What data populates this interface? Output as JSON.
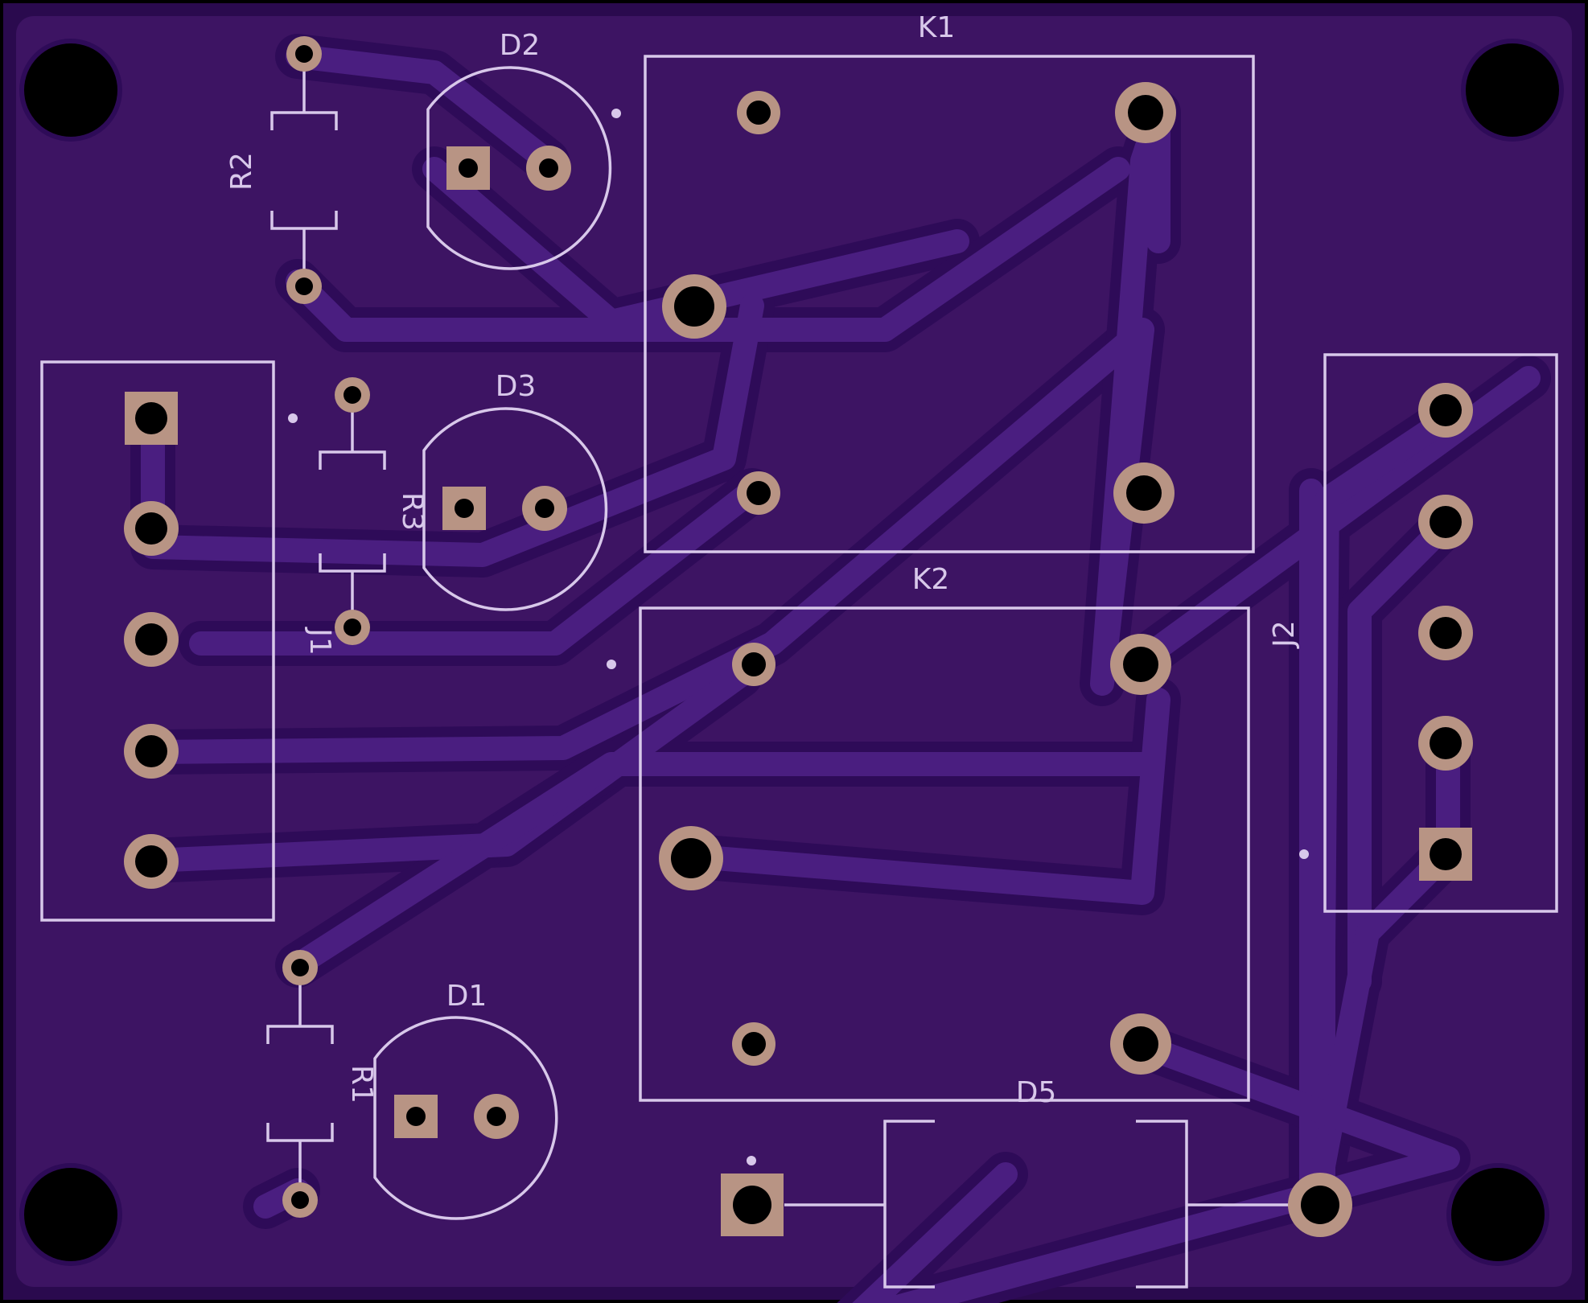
{
  "board": {
    "colors": {
      "substrate": "#3d1463",
      "copper": "#4a1e80",
      "clearance": "#2e0b58",
      "pad": "#b89484",
      "silkscreen": "#d8c8ea",
      "hole": "#000000"
    },
    "mounting_holes": 4
  },
  "components": {
    "D1": "D1",
    "D2": "D2",
    "D3": "D3",
    "D5": "D5",
    "K1": "K1",
    "K2": "K2",
    "R1": "R1",
    "R2": "R2",
    "R3": "R3",
    "J1": "J1",
    "J2": "J2"
  }
}
